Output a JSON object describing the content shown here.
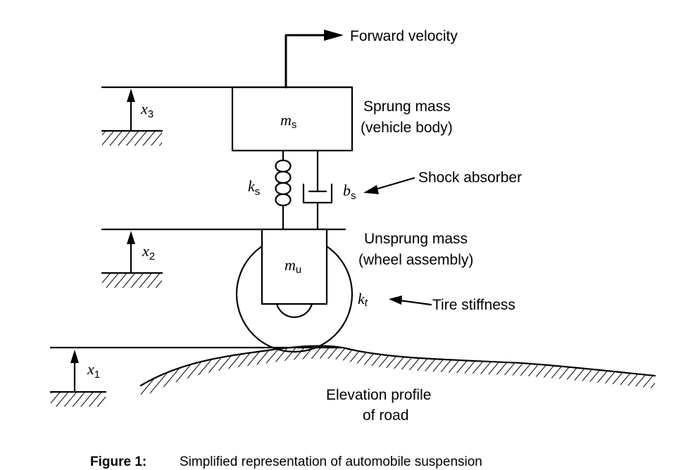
{
  "labels": {
    "forward_velocity": "Forward velocity",
    "sprung_mass_line1": "Sprung mass",
    "sprung_mass_line2": "(vehicle body)",
    "shock_absorber": "Shock absorber",
    "unsprung_mass_line1": "Unsprung mass",
    "unsprung_mass_line2": "(wheel assembly)",
    "tire_stiffness": "Tire stiffness",
    "road_line1": "Elevation profile",
    "road_line2": "of road"
  },
  "symbols": {
    "ms": {
      "base": "m",
      "sub": "s"
    },
    "mu": {
      "base": "m",
      "sub": "u"
    },
    "ks": {
      "base": "k",
      "sub": "s"
    },
    "bs": {
      "base": "b",
      "sub": "s"
    },
    "kt": {
      "base": "k",
      "sub": "t"
    },
    "x1": {
      "base": "x",
      "sub": "1"
    },
    "x2": {
      "base": "x",
      "sub": "2"
    },
    "x3": {
      "base": "x",
      "sub": "3"
    }
  },
  "caption": {
    "number": "Figure 1:",
    "text": "Simplified representation of automobile suspension"
  }
}
